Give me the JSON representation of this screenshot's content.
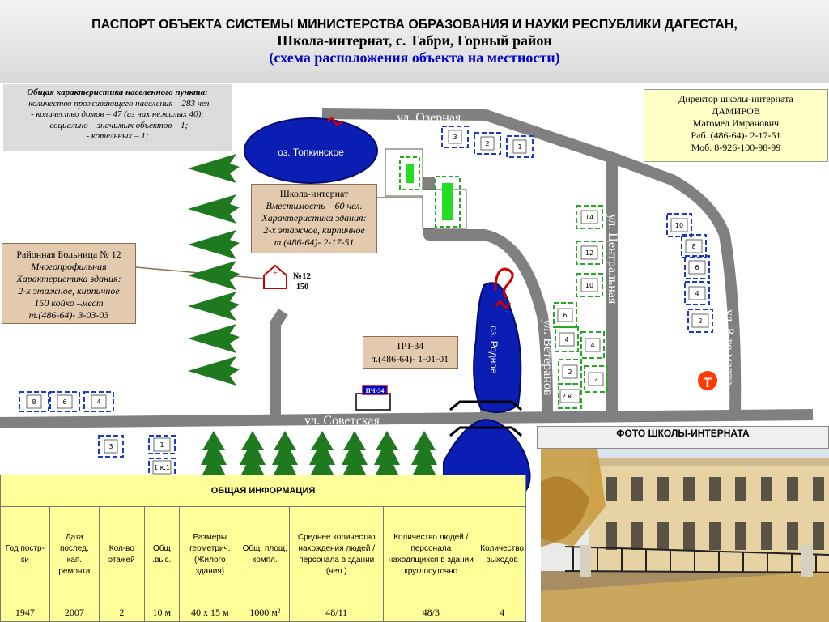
{
  "header": {
    "line1": "ПАСПОРТ ОБЪЕКТА СИСТЕМЫ МИНИСТЕРСТВА ОБРАЗОВАНИЯ И НАУКИ РЕСПУБЛИКИ ДАГЕСТАН,",
    "line2": "Школа-интернат, с. Табри, Горный район",
    "line3": "(схема расположения объекта на местности)"
  },
  "settlement": {
    "title": "Общая характеристика населенного пункта:",
    "items": [
      "- количество проживающего населения – 283 чел.",
      "- количество домов – 47 (из них нежилых 40);",
      "-социально – значимых объектов – 1;",
      "- котельных – 1;"
    ]
  },
  "director": {
    "lines": [
      "Директор школы-интерната",
      "ДАМИРОВ",
      "Магомед Имранович",
      "Раб. (486-64)- 2-17-51",
      "Моб. 8-926-100-98-99"
    ]
  },
  "school": {
    "name": "Школа-интернат",
    "lines": [
      "Вместимость – 60 чел.",
      "Характеристика здания:",
      "2-х этажное, кирпичное",
      "т.(486-64)- 2-17-51"
    ]
  },
  "hospital": {
    "name": "Районная Больница № 12",
    "lines": [
      "Многопрофильная",
      "Характеристика здания:",
      "2-х этажное, кирпичное",
      "150 койко –мест",
      "т.(486-64)- 3-03-03"
    ]
  },
  "fire_station": {
    "name": "ПЧ-34",
    "phone": "т.(486-64)- 1-01-01",
    "sign": "ПЧ-34"
  },
  "hospital_marker": {
    "number": "№12",
    "beds": "150"
  },
  "streets": {
    "ozernaya": "ул. Озерная",
    "centralnaya": "ул. Центральная",
    "veteranov": "ул. Ветеранов",
    "march8": "ул. 8-го марта",
    "sovetskaya": "ул. Советская"
  },
  "lakes": {
    "topkinskoe": "оз. Топкинское",
    "rodnoe": "оз. Родное"
  },
  "houses": {
    "ozernaya": [
      "3",
      "2",
      "1"
    ],
    "march8": [
      "10",
      "8",
      "6",
      "4",
      "2"
    ],
    "centralnaya": [
      "14",
      "12",
      "10",
      "4",
      "2"
    ],
    "veteranov": [
      "6",
      "4",
      "2",
      "2 к.1"
    ],
    "sovetskaya_north": [
      "8",
      "6",
      "4"
    ],
    "sovetskaya_south": [
      "3",
      "1",
      "1 к.1"
    ]
  },
  "transformer_symbol": "Т",
  "photo_title": "ФОТО ШКОЛЫ-ИНТЕРНАТА",
  "info_table": {
    "title": "ОБЩАЯ ИНФОРМАЦИЯ",
    "headers": [
      "Год постр-ки",
      "Дата послед. кап. ремонта",
      "Кол-во этажей",
      "Общ .выс.",
      "Размеры геометрич. (Жилого здания)",
      "Общ. площ. компл.",
      "Среднее количество нахождения людей / персонала в здании (чел.)",
      "Количество людей / персонала находящихся в здании круглосуточно",
      "Количество выходов"
    ],
    "values": [
      "1947",
      "2007",
      "2",
      "10 м",
      "40 х 15 м",
      "1000  м²",
      "48/11",
      "48/3",
      "4"
    ]
  },
  "colors": {
    "road": "#808080",
    "lake": "#0a1eb4",
    "tree": "#1f7a1f",
    "box_beige": "#e3c9ae",
    "table_bg": "#ffff99",
    "house_border": "#1a3acb",
    "school_border": "#22aa22"
  }
}
